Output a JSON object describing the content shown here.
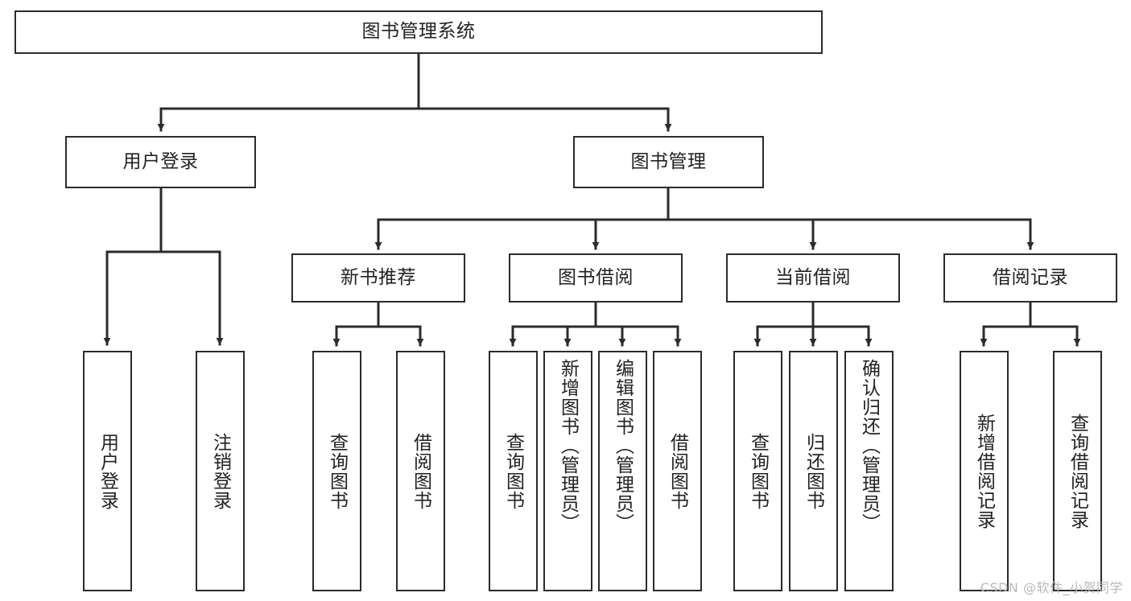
{
  "diagram": {
    "title": "图书管理系统",
    "type": "tree",
    "root": {
      "id": "root",
      "label": "图书管理系统"
    },
    "level2": [
      {
        "id": "user-login",
        "label": "用户登录"
      },
      {
        "id": "book-manage",
        "label": "图书管理"
      }
    ],
    "level3": [
      {
        "id": "new-book-recommend",
        "label": "新书推荐",
        "parent": "book-manage"
      },
      {
        "id": "book-borrow",
        "label": "图书借阅",
        "parent": "book-manage"
      },
      {
        "id": "current-borrow",
        "label": "当前借阅",
        "parent": "book-manage"
      },
      {
        "id": "borrow-record",
        "label": "借阅记录",
        "parent": "book-manage"
      }
    ],
    "leaves": [
      {
        "id": "leaf-user-login",
        "label": "用户登录",
        "parent": "user-login"
      },
      {
        "id": "leaf-user-logout",
        "label": "注销登录",
        "parent": "user-login"
      },
      {
        "id": "leaf-query-book-1",
        "label": "查询图书",
        "parent": "new-book-recommend"
      },
      {
        "id": "leaf-borrow-book-1",
        "label": "借阅图书",
        "parent": "new-book-recommend"
      },
      {
        "id": "leaf-query-book-2",
        "label": "查询图书",
        "parent": "book-borrow"
      },
      {
        "id": "leaf-add-book",
        "label": "新增图书（管理员）",
        "parent": "book-borrow"
      },
      {
        "id": "leaf-edit-book",
        "label": "编辑图书（管理员）",
        "parent": "book-borrow"
      },
      {
        "id": "leaf-borrow-book-2",
        "label": "借阅图书",
        "parent": "book-borrow"
      },
      {
        "id": "leaf-query-book-3",
        "label": "查询图书",
        "parent": "current-borrow"
      },
      {
        "id": "leaf-return-book",
        "label": "归还图书",
        "parent": "current-borrow"
      },
      {
        "id": "leaf-confirm-return",
        "label": "确认归还（管理员）",
        "parent": "current-borrow"
      },
      {
        "id": "leaf-add-record",
        "label": "新增借阅记录",
        "parent": "borrow-record"
      },
      {
        "id": "leaf-query-record",
        "label": "查询借阅记录",
        "parent": "borrow-record"
      }
    ]
  },
  "watermark": {
    "text": "CSDN @软件_小贺同学"
  },
  "colors": {
    "border": "#2b2b2b",
    "background": "#ffffff",
    "text": "#222222",
    "connector": "#2b2b2b",
    "watermark": "#b9b9b9"
  }
}
